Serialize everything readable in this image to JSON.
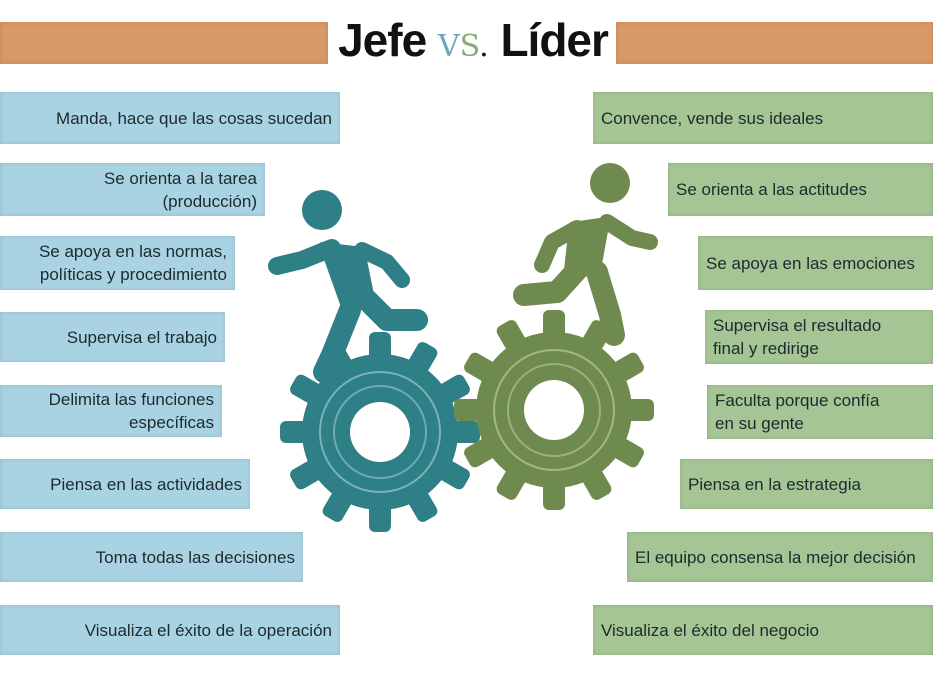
{
  "title": {
    "left_word": "Jefe",
    "vs_v": "V",
    "vs_s": "S",
    "vs_dot": ".",
    "right_word": "Líder"
  },
  "colors": {
    "banner": "#d99a68",
    "jefe_box": "#a9d3e3",
    "lider_box": "#a5c595",
    "jefe_figure": "#2e7f86",
    "lider_figure": "#6f8a4e"
  },
  "jefe": {
    "items": [
      "Manda, hace que las cosas sucedan",
      "Se orienta a la tarea\n(producción)",
      "Se apoya en las normas,\npolíticas y procedimiento",
      "Supervisa el trabajo",
      "Delimita las funciones\nespecíficas",
      "Piensa en las actividades",
      "Toma todas las decisiones",
      "Visualiza el éxito de la operación"
    ]
  },
  "lider": {
    "items": [
      "Convence, vende sus ideales",
      "Se orienta a las actitudes",
      "Se apoya en las emociones",
      "Supervisa el resultado\nfinal y redirige",
      "Faculta porque confía\nen su gente",
      "Piensa en la estrategia",
      "El equipo consensa la mejor decisión",
      "Visualiza el éxito del negocio"
    ]
  },
  "icons": {
    "jefe_runner": "running-person-icon",
    "jefe_gear": "gear-icon",
    "lider_runner": "running-person-icon",
    "lider_gear": "gear-icon"
  }
}
